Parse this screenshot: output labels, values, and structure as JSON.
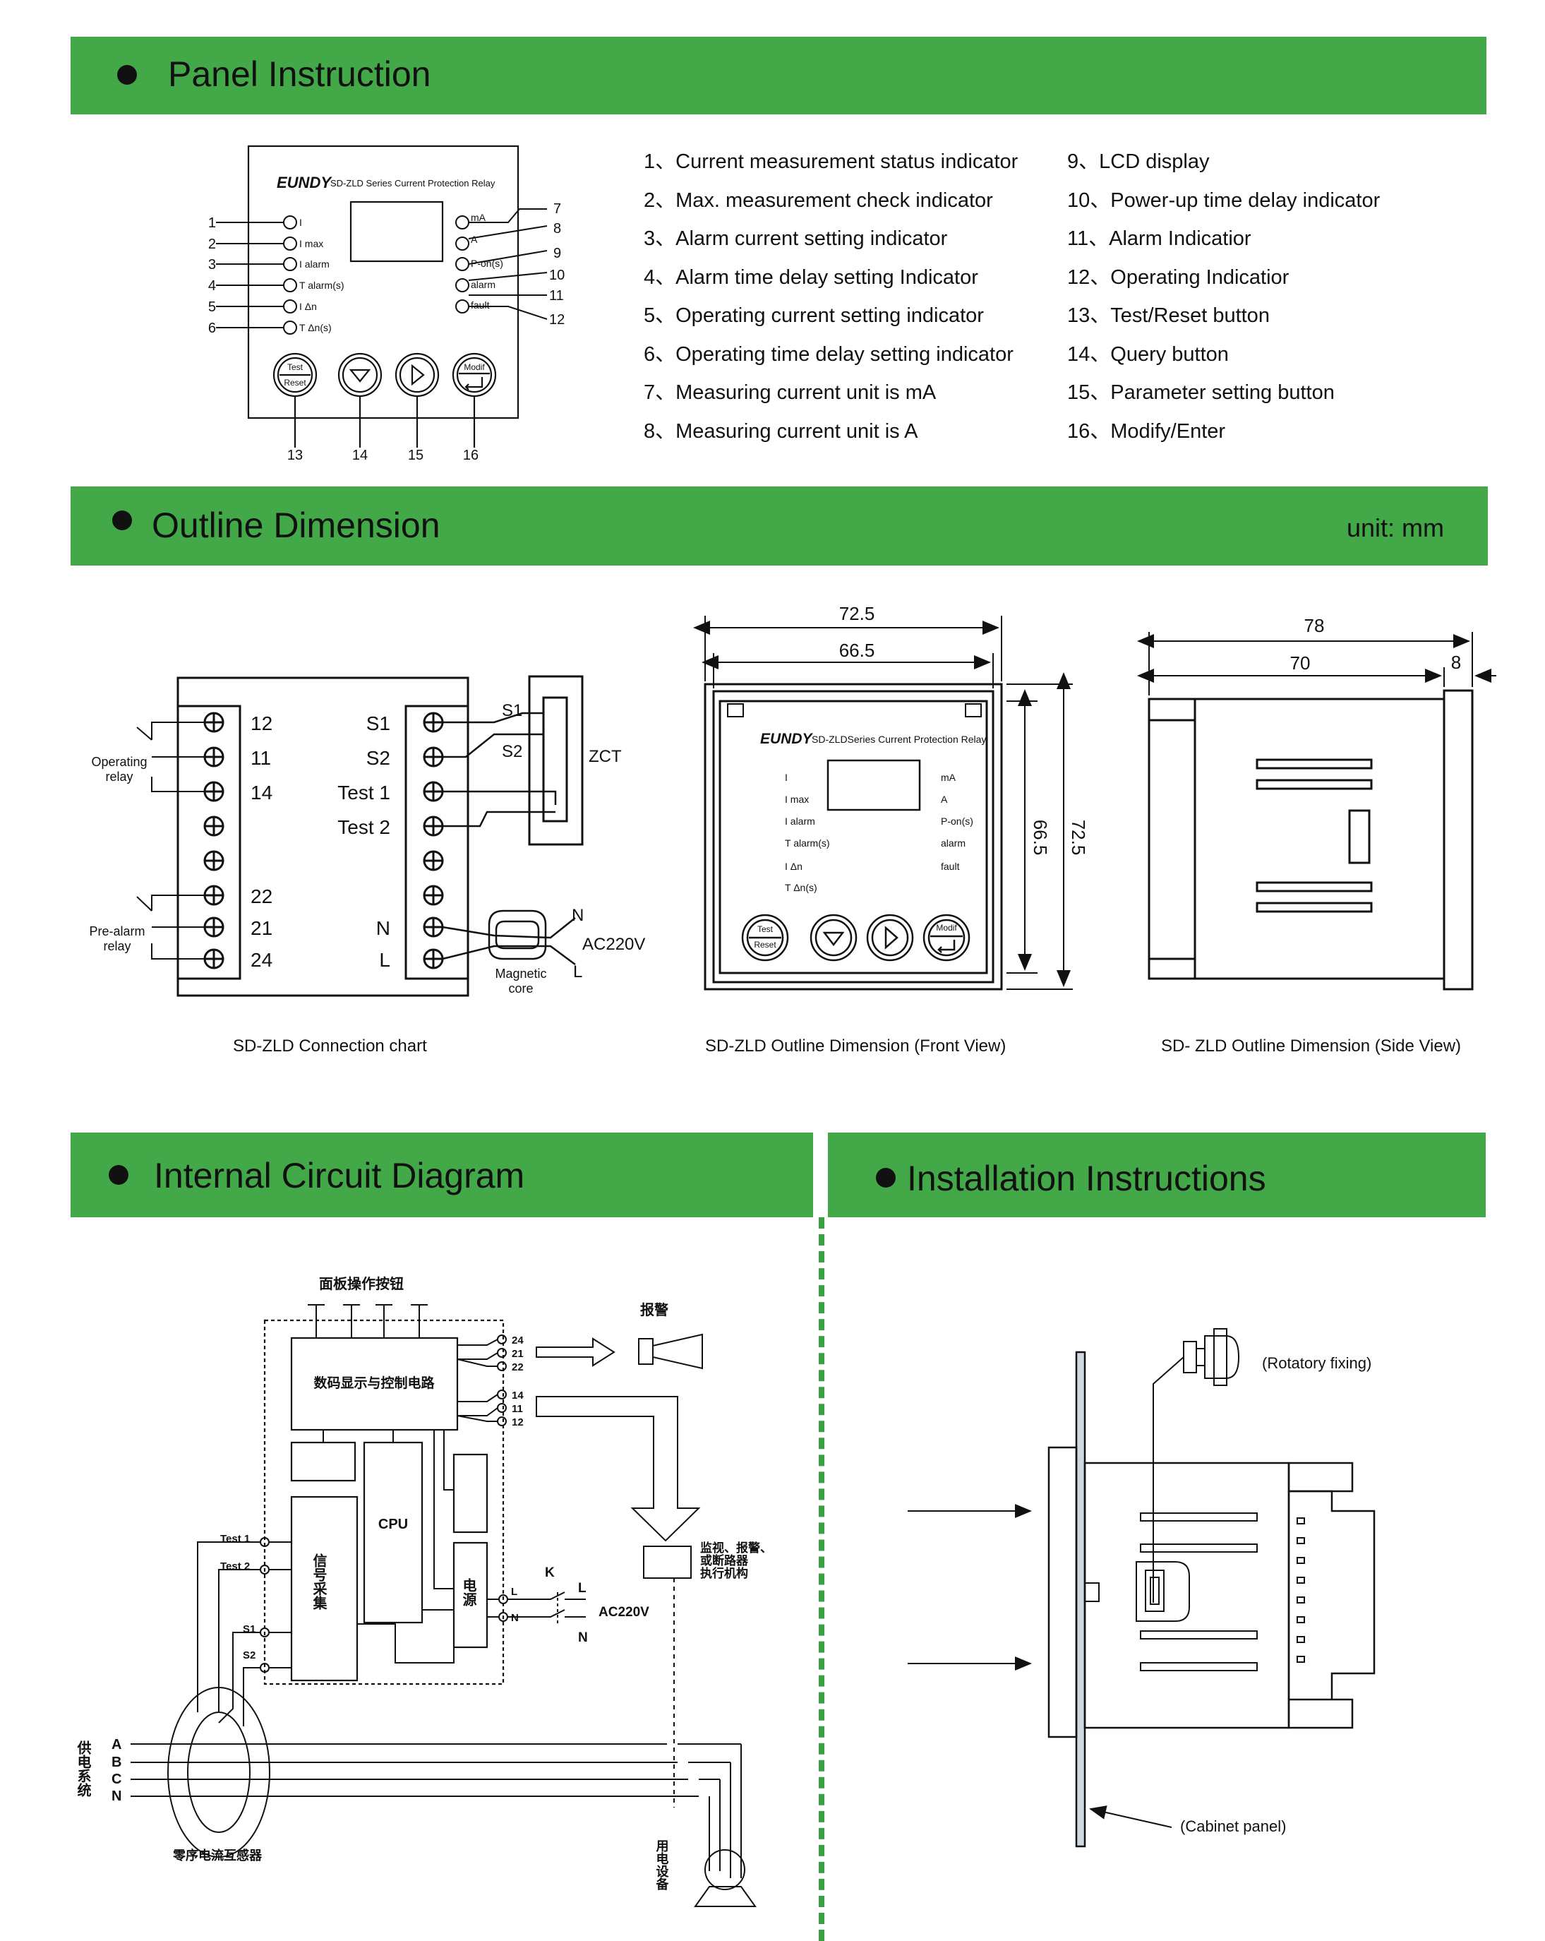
{
  "sections": {
    "panel": {
      "title": "Panel Instruction"
    },
    "outline": {
      "title": "Outline Dimension",
      "unit": "unit: mm"
    },
    "circuit": {
      "title": "Internal Circuit Diagram"
    },
    "install": {
      "title": "Installation Instructions"
    }
  },
  "panel_legend": {
    "left": [
      "1、Current measurement status indicator",
      "2、Max. measurement check indicator",
      "3、Alarm current setting indicator",
      "4、Alarm time delay setting Indicator",
      "5、Operating current setting indicator",
      "6、Operating time delay setting indicator",
      "7、Measuring current unit is mA",
      "8、Measuring current unit is A"
    ],
    "right": [
      "9、LCD display",
      "10、Power-up time delay indicator",
      "11、Alarm Indicatior",
      "12、Operating Indicatior",
      "13、Test/Reset button",
      "14、Query button",
      "15、Parameter setting button",
      "16、Modify/Enter"
    ]
  },
  "panel_figure": {
    "brand": "EUNDY",
    "subtitle": "SD-ZLD  Series Current Protection Relay",
    "left_indicators": [
      "I",
      "I max",
      "I alarm",
      "T alarm(s)",
      "I Δn",
      "T Δn(s)"
    ],
    "right_indicators": [
      "mA",
      "A",
      "P-on(s)",
      "alarm",
      "fault"
    ],
    "left_numbers": [
      "1",
      "2",
      "3",
      "4",
      "5",
      "6"
    ],
    "right_numbers": [
      "7",
      "8",
      "9",
      "10",
      "11",
      "12"
    ],
    "button_numbers": [
      "13",
      "14",
      "15",
      "16"
    ],
    "btn_test": "Test",
    "btn_reset": "Reset",
    "btn_modify": "Modif"
  },
  "connection_chart": {
    "caption": "SD-ZLD  Connection chart",
    "left_terminals": [
      "12",
      "11",
      "14",
      "22",
      "21",
      "24"
    ],
    "right_labels": [
      "S1",
      "S2",
      "Test 1",
      "Test 2",
      "N",
      "L"
    ],
    "operating_relay": [
      "Operating",
      "relay"
    ],
    "prealarm_relay": [
      "Pre-alarm",
      "relay"
    ],
    "zct": "ZCT",
    "s1": "S1",
    "s2": "S2",
    "n": "N",
    "l": "L",
    "ac": "AC220V",
    "core": [
      "Magnetic",
      "core"
    ]
  },
  "front_view": {
    "caption": "SD-ZLD  Outline Dimension (Front View)",
    "dim_outer": "72.5",
    "dim_inner": "66.5",
    "dim_v_inner": "66.5",
    "dim_v_outer": "72.5",
    "brand": "EUNDY",
    "subtitle": "SD-ZLDSeries Current Protection Relay",
    "left_indicators": [
      "I",
      "I max",
      "I alarm",
      "T alarm(s)",
      "I Δn",
      "T Δn(s)"
    ],
    "right_indicators": [
      "mA",
      "A",
      "P-on(s)",
      "alarm",
      "fault"
    ],
    "btn_test": "Test",
    "btn_reset": "Reset",
    "btn_modify": "Modif"
  },
  "side_view": {
    "caption": "SD- ZLD  Outline Dimension (Side View)",
    "dim_total": "78",
    "dim_body": "70",
    "dim_panel": "8"
  },
  "circuit": {
    "buttons_label": "面板操作按钮",
    "display_block": "数码显示与控制电路",
    "cpu": "CPU",
    "sampling": "信号采集",
    "power": "电源",
    "alarm": "报警",
    "monitor": [
      "监视、报警、",
      "或断路器",
      "执行机构"
    ],
    "terminals_top": [
      "24",
      "21",
      "22"
    ],
    "terminals_mid": [
      "14",
      "11",
      "12"
    ],
    "test1": "Test 1",
    "test2": "Test 2",
    "s1": "S1",
    "s2": "S2",
    "l": "L",
    "n": "N",
    "k": "K",
    "ac": "AC220V",
    "phases": [
      "A",
      "B",
      "C",
      "N"
    ],
    "supply": "供电系统",
    "zct": "零序电流互感器",
    "load": "用电设备"
  },
  "installation": {
    "rotary": "(Rotatory fixing)",
    "cabinet": "(Cabinet panel)"
  }
}
